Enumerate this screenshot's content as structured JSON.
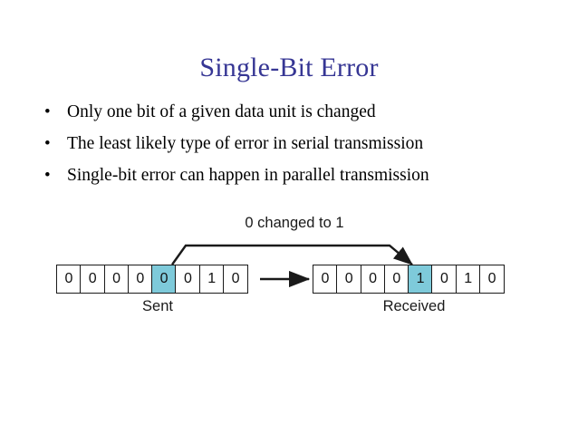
{
  "slide": {
    "title": "Single-Bit Error",
    "title_color": "#363694",
    "background_color": "#ffffff",
    "bullets": [
      {
        "marker": "•",
        "text": "Only one bit of a given data unit is changed"
      },
      {
        "marker": "•",
        "text": "The least likely type of error in serial transmission"
      },
      {
        "marker": "•",
        "text": "Single-bit error can happen in parallel transmission"
      }
    ]
  },
  "figure": {
    "change_label": "0 changed to 1",
    "highlight_color": "#7ecada",
    "line_color": "#1a1a1a",
    "sent": {
      "caption": "Sent",
      "bits": [
        "0",
        "0",
        "0",
        "0",
        "0",
        "0",
        "1",
        "0"
      ],
      "flagged_index": 4
    },
    "received": {
      "caption": "Received",
      "bits": [
        "0",
        "0",
        "0",
        "0",
        "1",
        "0",
        "1",
        "0"
      ],
      "flagged_index": 4
    }
  }
}
